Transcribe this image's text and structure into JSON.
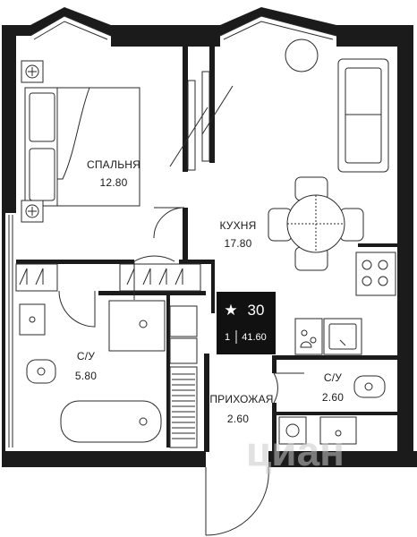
{
  "rooms": {
    "bedroom": {
      "name": "СПАЛЬНЯ",
      "area": "12.80"
    },
    "kitchen": {
      "name": "КУХНЯ",
      "area": "17.80"
    },
    "bath_main": {
      "name": "С/У",
      "area": "5.80"
    },
    "bath_small": {
      "name": "С/У",
      "area": "2.60"
    },
    "hallway": {
      "name": "ПРИХОЖАЯ",
      "area": "2.60"
    }
  },
  "badge": {
    "star": "★",
    "number": "30",
    "rooms": "1",
    "area": "41.60"
  },
  "watermark": "циан",
  "colors": {
    "wall": "#1b1b1b",
    "line": "#2a2a2a",
    "badge_bg": "#111111"
  }
}
